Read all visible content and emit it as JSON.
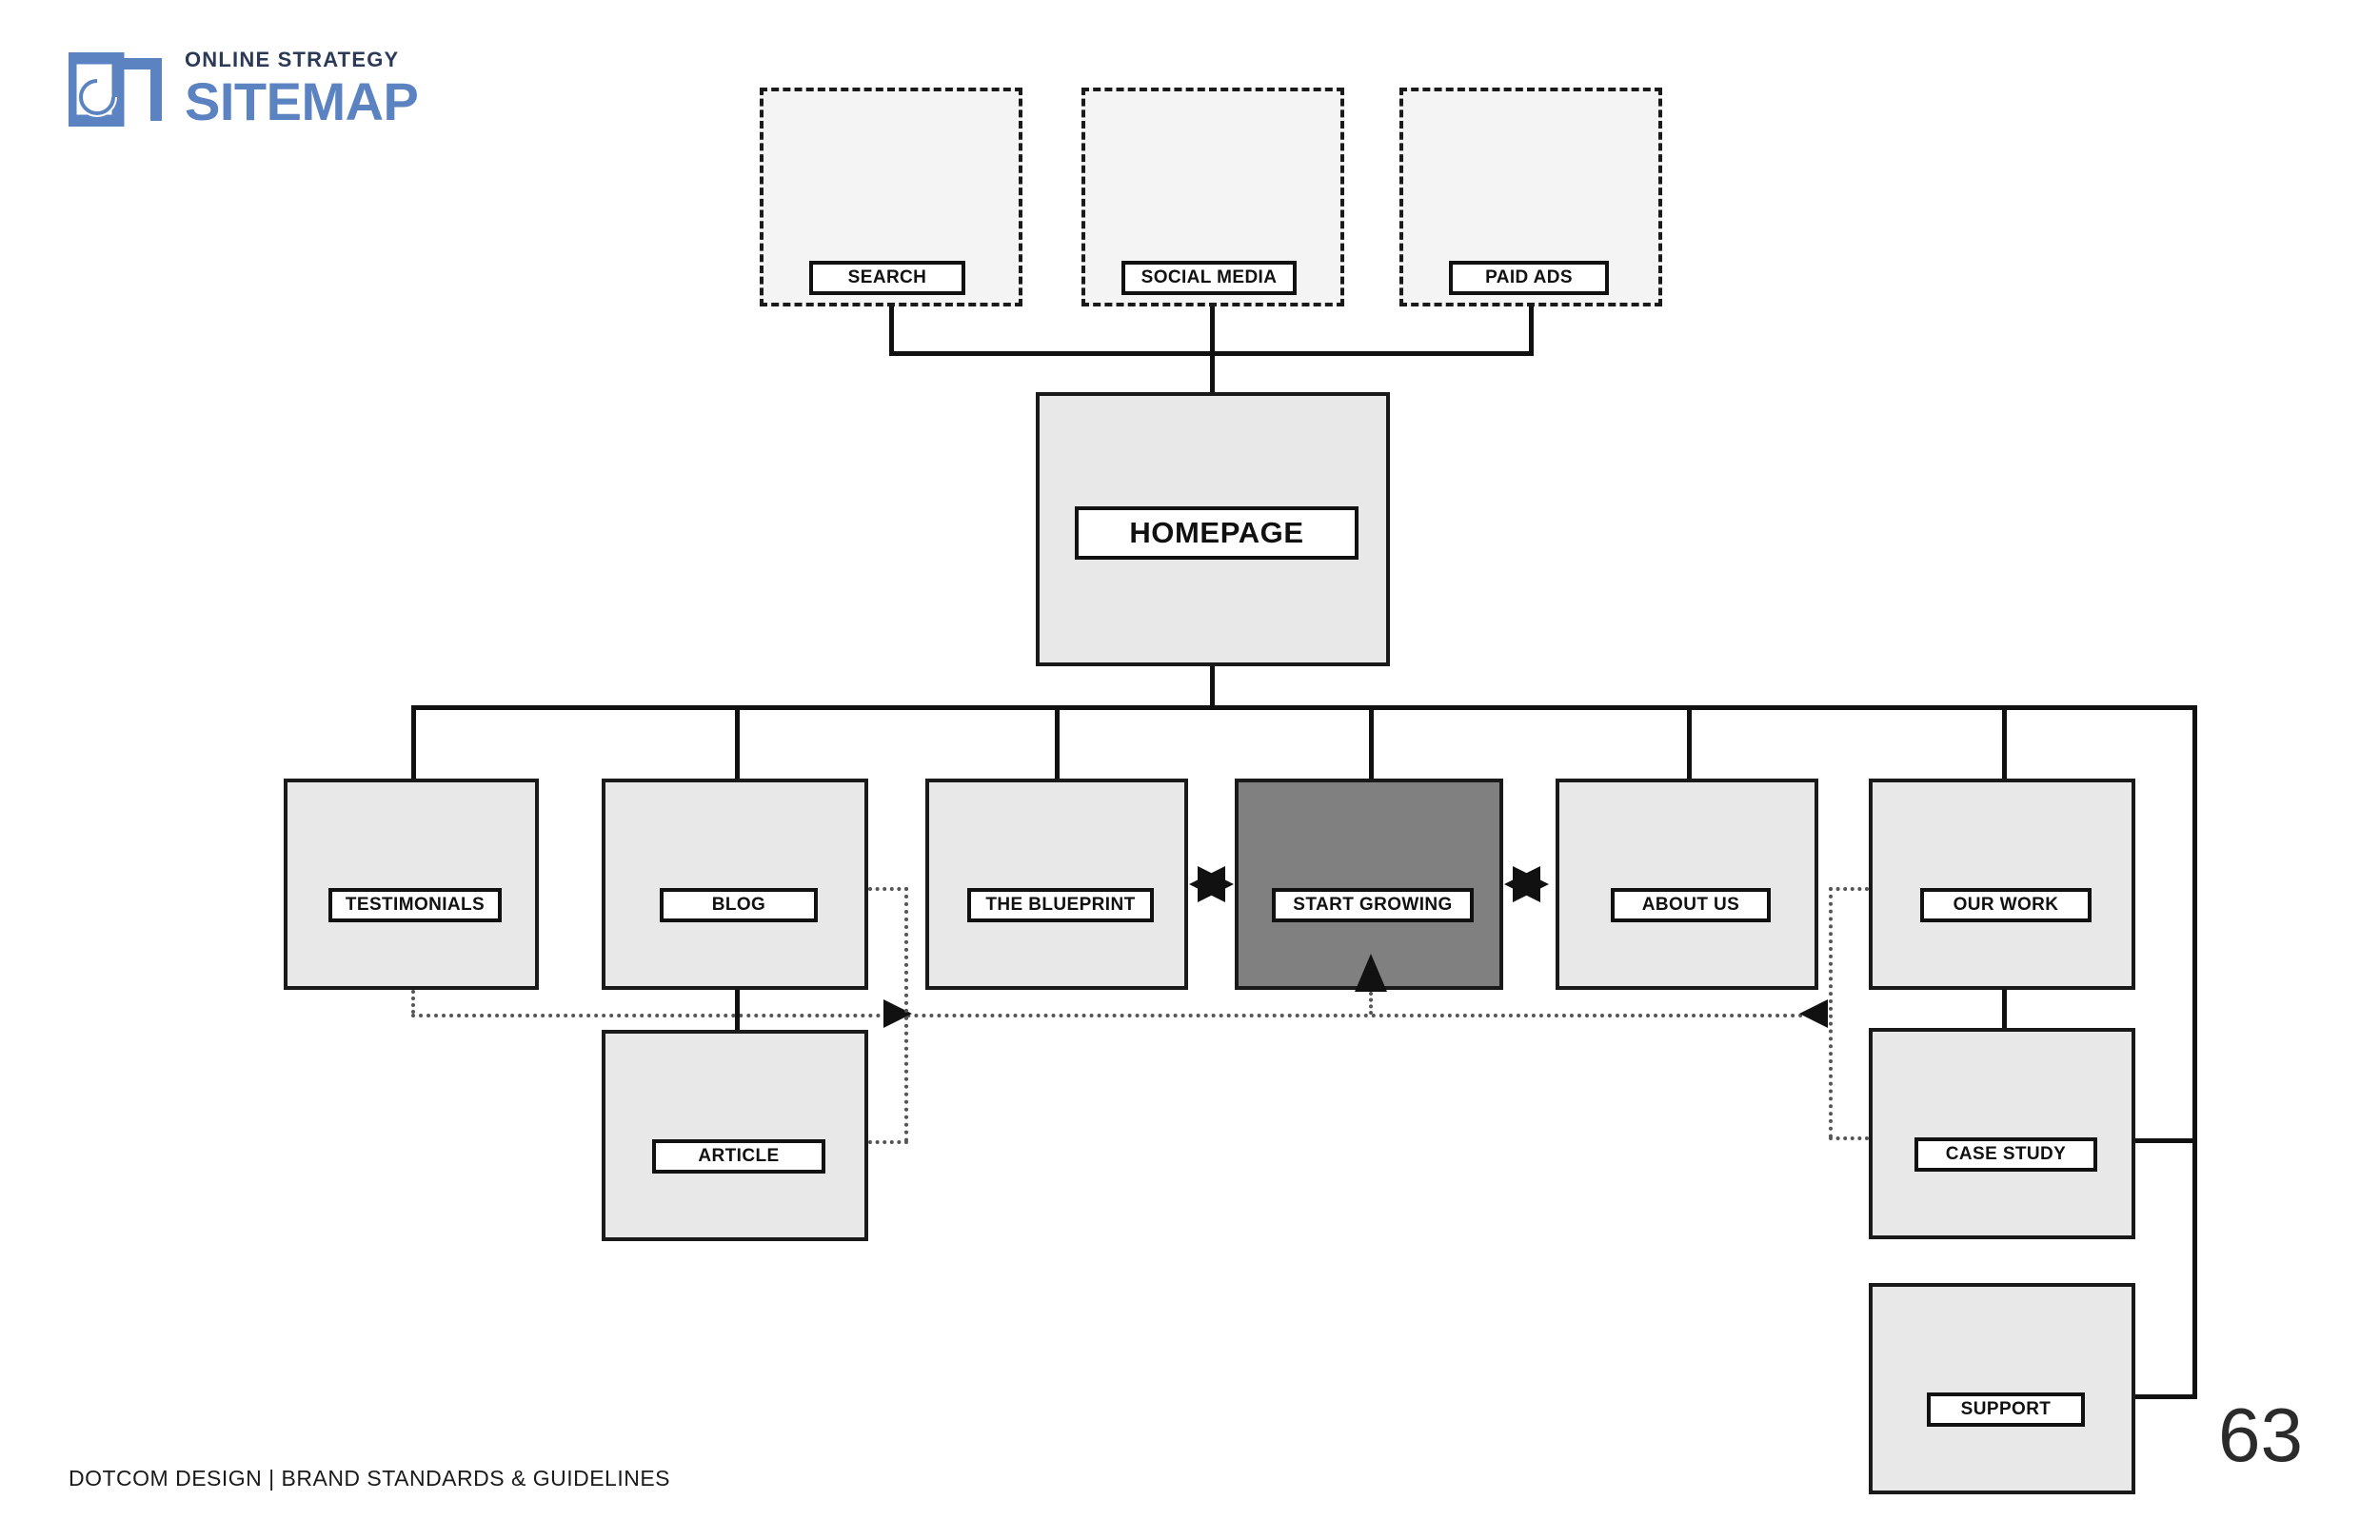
{
  "logo": {
    "mark_icon": "dotcom-monogram-icon",
    "kicker": "ONLINE STRATEGY",
    "title": "SITEMAP",
    "mark_color": "#5b83c2",
    "kicker_color": "#2c3a57"
  },
  "footer": {
    "text": "DOTCOM DESIGN | BRAND STANDARDS & GUIDELINES",
    "page_number": "63"
  },
  "colors": {
    "node_fill": "#e8e8e8",
    "node_fill_dashed": "#f4f4f4",
    "node_fill_highlight": "#808080",
    "stroke": "#111111",
    "chip_fill": "#ffffff"
  },
  "chart_data": {
    "type": "diagram",
    "title": "Online Strategy Sitemap",
    "nodes": [
      {
        "id": "search",
        "label": "SEARCH",
        "tier": "traffic-source",
        "style": "dashed",
        "row": 1
      },
      {
        "id": "social_media",
        "label": "SOCIAL MEDIA",
        "tier": "traffic-source",
        "style": "dashed",
        "row": 1
      },
      {
        "id": "paid_ads",
        "label": "PAID ADS",
        "tier": "traffic-source",
        "style": "dashed",
        "row": 1
      },
      {
        "id": "homepage",
        "label": "HOMEPAGE",
        "tier": "root",
        "style": "solid",
        "row": 2
      },
      {
        "id": "testimonials",
        "label": "TESTIMONIALS",
        "tier": "primary",
        "style": "solid",
        "row": 3
      },
      {
        "id": "blog",
        "label": "BLOG",
        "tier": "primary",
        "style": "solid",
        "row": 3
      },
      {
        "id": "the_blueprint",
        "label": "THE BLUEPRINT",
        "tier": "primary",
        "style": "solid",
        "row": 3
      },
      {
        "id": "start_growing",
        "label": "START GROWING",
        "tier": "primary",
        "style": "highlight",
        "row": 3
      },
      {
        "id": "about_us",
        "label": "ABOUT US",
        "tier": "primary",
        "style": "solid",
        "row": 3
      },
      {
        "id": "our_work",
        "label": "OUR WORK",
        "tier": "primary",
        "style": "solid",
        "row": 3
      },
      {
        "id": "article",
        "label": "ARTICLE",
        "tier": "secondary",
        "style": "solid",
        "row": 4
      },
      {
        "id": "case_study",
        "label": "CASE STUDY",
        "tier": "secondary",
        "style": "solid",
        "row": 4
      },
      {
        "id": "support",
        "label": "SUPPORT",
        "tier": "secondary",
        "style": "solid",
        "row": 5
      }
    ],
    "edges": [
      {
        "from": "search",
        "to": "homepage",
        "style": "solid",
        "direction": "one-way"
      },
      {
        "from": "social_media",
        "to": "homepage",
        "style": "solid",
        "direction": "one-way"
      },
      {
        "from": "paid_ads",
        "to": "homepage",
        "style": "solid",
        "direction": "one-way"
      },
      {
        "from": "homepage",
        "to": "testimonials",
        "style": "solid",
        "direction": "one-way"
      },
      {
        "from": "homepage",
        "to": "blog",
        "style": "solid",
        "direction": "one-way"
      },
      {
        "from": "homepage",
        "to": "the_blueprint",
        "style": "solid",
        "direction": "one-way"
      },
      {
        "from": "homepage",
        "to": "start_growing",
        "style": "solid",
        "direction": "one-way"
      },
      {
        "from": "homepage",
        "to": "about_us",
        "style": "solid",
        "direction": "one-way"
      },
      {
        "from": "homepage",
        "to": "our_work",
        "style": "solid",
        "direction": "one-way"
      },
      {
        "from": "blog",
        "to": "article",
        "style": "solid",
        "direction": "one-way"
      },
      {
        "from": "our_work",
        "to": "case_study",
        "style": "solid",
        "direction": "one-way"
      },
      {
        "from": "homepage",
        "to": "case_study",
        "style": "solid",
        "direction": "one-way"
      },
      {
        "from": "homepage",
        "to": "support",
        "style": "solid",
        "direction": "one-way"
      },
      {
        "from": "the_blueprint",
        "to": "start_growing",
        "style": "solid",
        "direction": "two-way"
      },
      {
        "from": "start_growing",
        "to": "about_us",
        "style": "solid",
        "direction": "two-way"
      },
      {
        "from": "testimonials",
        "to": "our_work",
        "style": "dotted",
        "direction": "one-way"
      },
      {
        "from": "blog",
        "to": "article",
        "style": "dotted",
        "direction": "two-way"
      },
      {
        "from": "our_work",
        "to": "case_study",
        "style": "dotted",
        "direction": "one-way"
      },
      {
        "from": "dotted_bus",
        "to": "start_growing",
        "style": "dotted",
        "direction": "one-way"
      }
    ]
  },
  "nodes": {
    "search": "SEARCH",
    "social_media": "SOCIAL MEDIA",
    "paid_ads": "PAID ADS",
    "homepage": "HOMEPAGE",
    "testimonials": "TESTIMONIALS",
    "blog": "BLOG",
    "the_blueprint": "THE BLUEPRINT",
    "start_growing": "START GROWING",
    "about_us": "ABOUT US",
    "our_work": "OUR WORK",
    "article": "ARTICLE",
    "case_study": "CASE STUDY",
    "support": "SUPPORT"
  }
}
